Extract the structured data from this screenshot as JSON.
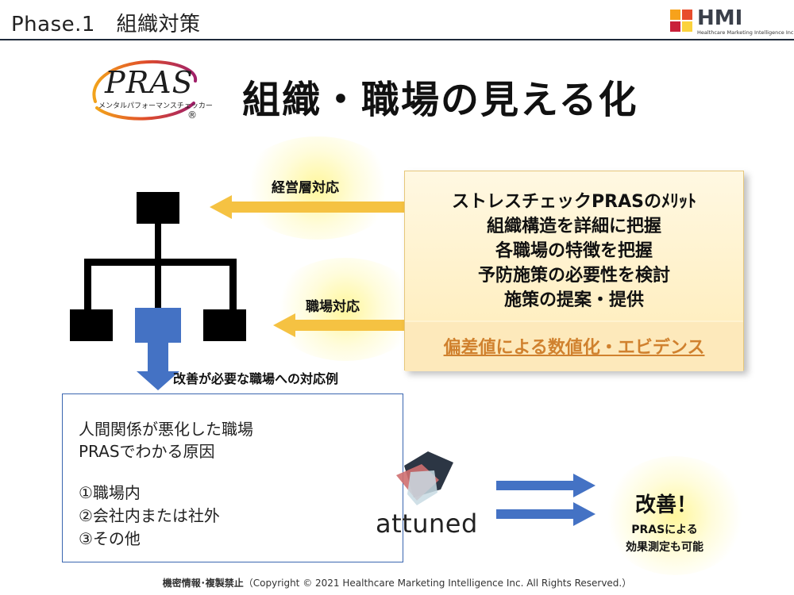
{
  "header": {
    "title": "Phase.1　組織対策",
    "logo": {
      "name": "HMI",
      "subtitle": "Healthcare Marketing Intelligence Inc."
    }
  },
  "pras_logo": {
    "word": "PRAS",
    "kana": "メンタルパフォーマンスチェッカー",
    "registered": "®"
  },
  "main_title": "組織・職場の見える化",
  "labels": {
    "management": "経営層対応",
    "workplace": "職場対応",
    "improvement_example": "改善が必要な職場への対応例"
  },
  "merit_box": {
    "lines": [
      "ストレスチェックPRASのﾒﾘｯﾄ",
      "組織構造を詳細に把握",
      "各職場の特徴を把握",
      "予防施策の必要性を検討",
      "施策の提案・提供"
    ],
    "evidence": "偏差値による数値化・エビデンス"
  },
  "cause_box": {
    "line1": "人間関係が悪化した職場",
    "line2": "PRASでわかる原因",
    "items": [
      "①職場内",
      "②会社内または社外",
      "③その他"
    ]
  },
  "attuned": {
    "word": "attuned"
  },
  "result": {
    "title": "改善！",
    "sub1": "PRASによる",
    "sub2": "効果測定も可能"
  },
  "footer": {
    "bold": "機密情報･複製禁止",
    "rest": "（Copyright  © 2021  Healthcare  Marketing  Intelligence  Inc.   All  Rights  Reserved.）"
  },
  "colors": {
    "accent_blue": "#4472c4",
    "arrow_yellow": "#f5c242",
    "evidence_orange": "#d0812e",
    "box_border_blue": "#3a66b0",
    "org_black": "#000000"
  }
}
